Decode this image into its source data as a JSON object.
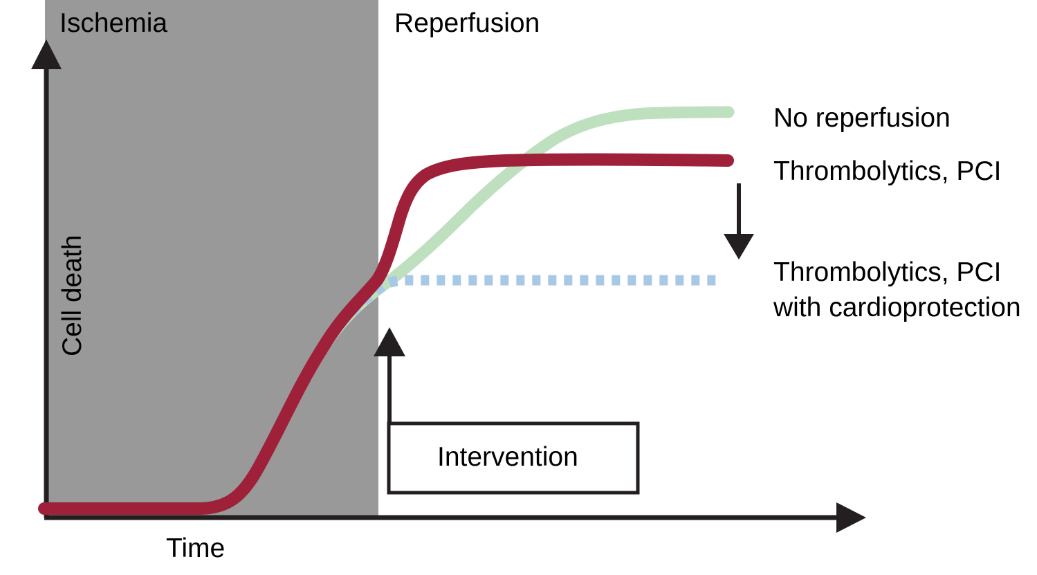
{
  "figure": {
    "phases": {
      "ischemia": "Ischemia",
      "reperfusion": "Reperfusion"
    },
    "axes": {
      "y_label": "Cell death",
      "x_label": "Time"
    },
    "annotations": {
      "intervention": "Intervention"
    },
    "legend": [
      {
        "label": "No reperfusion",
        "color": "#bfe0bf",
        "style": "solid"
      },
      {
        "label": "Thrombolytics, PCI",
        "color": "#9e2039",
        "style": "solid"
      },
      {
        "label": "Thrombolytics, PCI\nwith cardioprotection",
        "color": "#a8c8e8",
        "style": "dotted"
      }
    ],
    "colors": {
      "ischemia_band": "#999999",
      "axis": "#231f20",
      "no_reperfusion": "#bfe0bf",
      "thrombolytics_pci": "#9e2039",
      "cardioprotection": "#a8c8e8",
      "background": "#ffffff"
    }
  },
  "chart_data": {
    "type": "line",
    "title": "",
    "xlabel": "Time",
    "ylabel": "Cell death",
    "grid": false,
    "legend_position": "right",
    "axis_ticks": false,
    "shaded_regions": [
      {
        "name": "Ischemia",
        "x_start": 0.0,
        "x_end": 0.405,
        "color": "#999999"
      },
      {
        "name": "Reperfusion",
        "x_start": 0.405,
        "x_end": 1.0,
        "color": "#ffffff"
      }
    ],
    "event_markers": [
      {
        "name": "Intervention",
        "x": 0.418,
        "label": "Intervention"
      }
    ],
    "x": [
      0.0,
      0.05,
      0.1,
      0.15,
      0.2,
      0.25,
      0.3,
      0.35,
      0.405,
      0.42,
      0.44,
      0.47,
      0.52,
      0.6,
      0.7,
      0.8,
      0.9,
      1.0
    ],
    "series": [
      {
        "name": "No reperfusion",
        "color": "#bfe0bf",
        "style": "solid",
        "values": [
          0.02,
          0.02,
          0.03,
          0.08,
          0.18,
          0.28,
          0.38,
          0.46,
          0.52,
          0.55,
          0.6,
          0.67,
          0.76,
          0.85,
          0.89,
          0.9,
          0.9,
          0.9
        ]
      },
      {
        "name": "Thrombolytics, PCI",
        "color": "#9e2039",
        "style": "solid",
        "values": [
          0.02,
          0.02,
          0.03,
          0.08,
          0.18,
          0.28,
          0.38,
          0.46,
          0.52,
          0.62,
          0.72,
          0.76,
          0.78,
          0.79,
          0.8,
          0.8,
          0.8,
          0.8
        ]
      },
      {
        "name": "Thrombolytics, PCI with cardioprotection",
        "color": "#a8c8e8",
        "style": "dotted",
        "values": [
          0.02,
          0.02,
          0.03,
          0.08,
          0.18,
          0.28,
          0.38,
          0.46,
          0.52,
          0.525,
          0.53,
          0.53,
          0.53,
          0.53,
          0.53,
          0.53,
          0.53,
          0.53
        ]
      }
    ],
    "ylim": [
      0,
      1
    ],
    "xlim": [
      0,
      1
    ]
  }
}
